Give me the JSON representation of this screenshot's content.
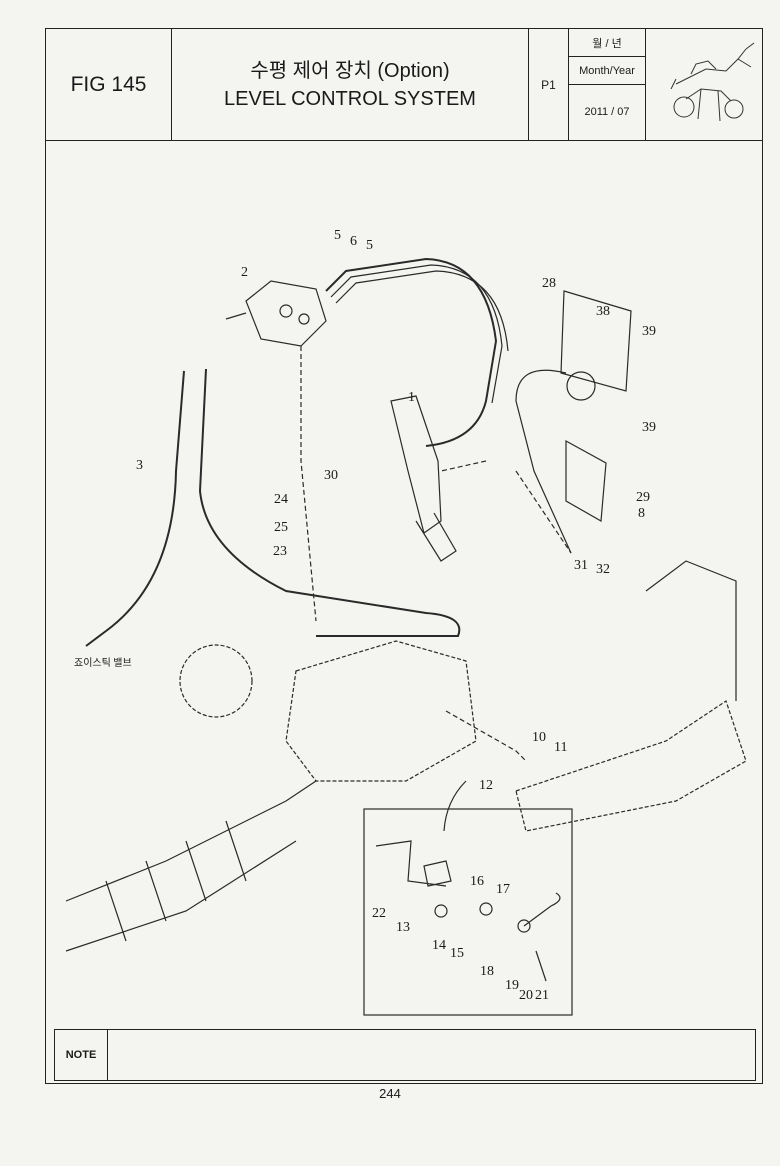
{
  "header": {
    "fig_label": "FIG 145",
    "title_ko": "수평 제어 장치 (Option)",
    "title_en": "LEVEL CONTROL SYSTEM",
    "page_code": "P1",
    "date_header_ko": "월 / 년",
    "date_header_en": "Month/Year",
    "date_value": "2011 / 07"
  },
  "diagram": {
    "callouts": [
      "1",
      "2",
      "3",
      "5",
      "6",
      "5",
      "8",
      "10",
      "11",
      "12",
      "13",
      "14",
      "15",
      "16",
      "17",
      "18",
      "19",
      "20",
      "21",
      "22",
      "23",
      "24",
      "25",
      "28",
      "29",
      "30",
      "31",
      "32",
      "38",
      "39",
      "39"
    ],
    "joystick_valve_label": "죠이스틱 밸브"
  },
  "note": {
    "label": "NOTE",
    "text": ""
  },
  "footer": {
    "page_number": "244"
  }
}
